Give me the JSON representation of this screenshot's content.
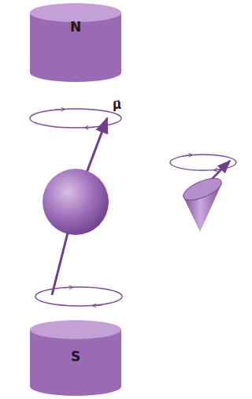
{
  "diagram": {
    "nodes": [
      {
        "text": [
          "N"
        ]
      },
      {
        "text": [
          "S"
        ]
      }
    ],
    "labels": [
      "μ⃗"
    ]
  }
}
